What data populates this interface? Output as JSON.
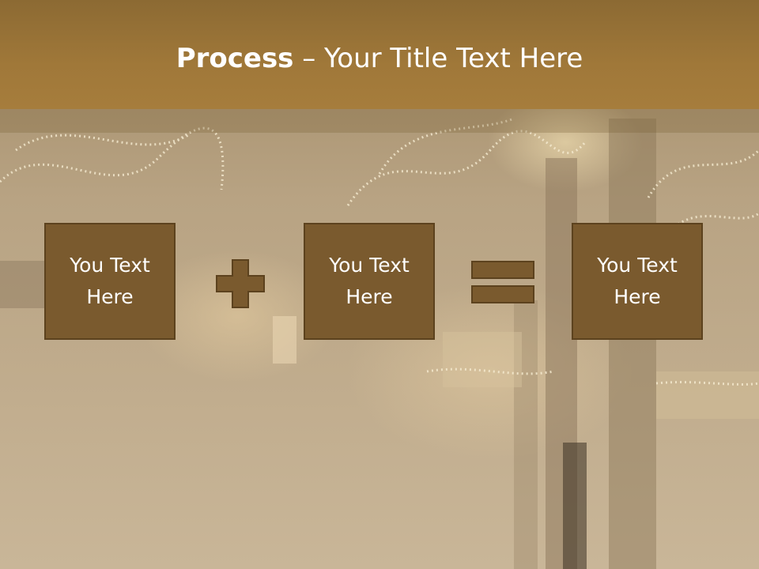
{
  "header": {
    "title_bold": "Process",
    "title_rest": " – Your Title Text Here"
  },
  "process": {
    "boxes": [
      {
        "line1": "You Text",
        "line2": "Here"
      },
      {
        "line1": "You Text",
        "line2": "Here"
      },
      {
        "line1": "You Text",
        "line2": "Here"
      }
    ],
    "operators": [
      "plus-icon",
      "equals-icon"
    ]
  },
  "colors": {
    "header": "#a07839",
    "box_fill": "#7a5a2e",
    "box_border": "#5c421e",
    "text": "#ffffff"
  }
}
